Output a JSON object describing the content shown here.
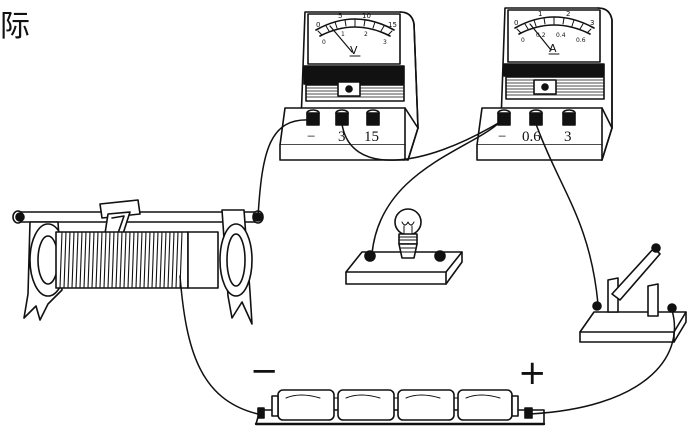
{
  "header_fragment": "际",
  "voltmeter": {
    "unit": "V",
    "scale_top": [
      "0",
      "5",
      "10",
      "15"
    ],
    "scale_bottom": [
      "0",
      "1",
      "2",
      "3"
    ],
    "terminals": [
      "−",
      "3",
      "15"
    ]
  },
  "ammeter": {
    "unit": "A",
    "scale_top": [
      "0",
      "1",
      "2",
      "3"
    ],
    "scale_bottom": [
      "0",
      "0.2",
      "0.4",
      "0.6"
    ],
    "terminals": [
      "−",
      "0.6",
      "3"
    ]
  },
  "battery": {
    "negative_sign": "−",
    "positive_sign": "+"
  }
}
